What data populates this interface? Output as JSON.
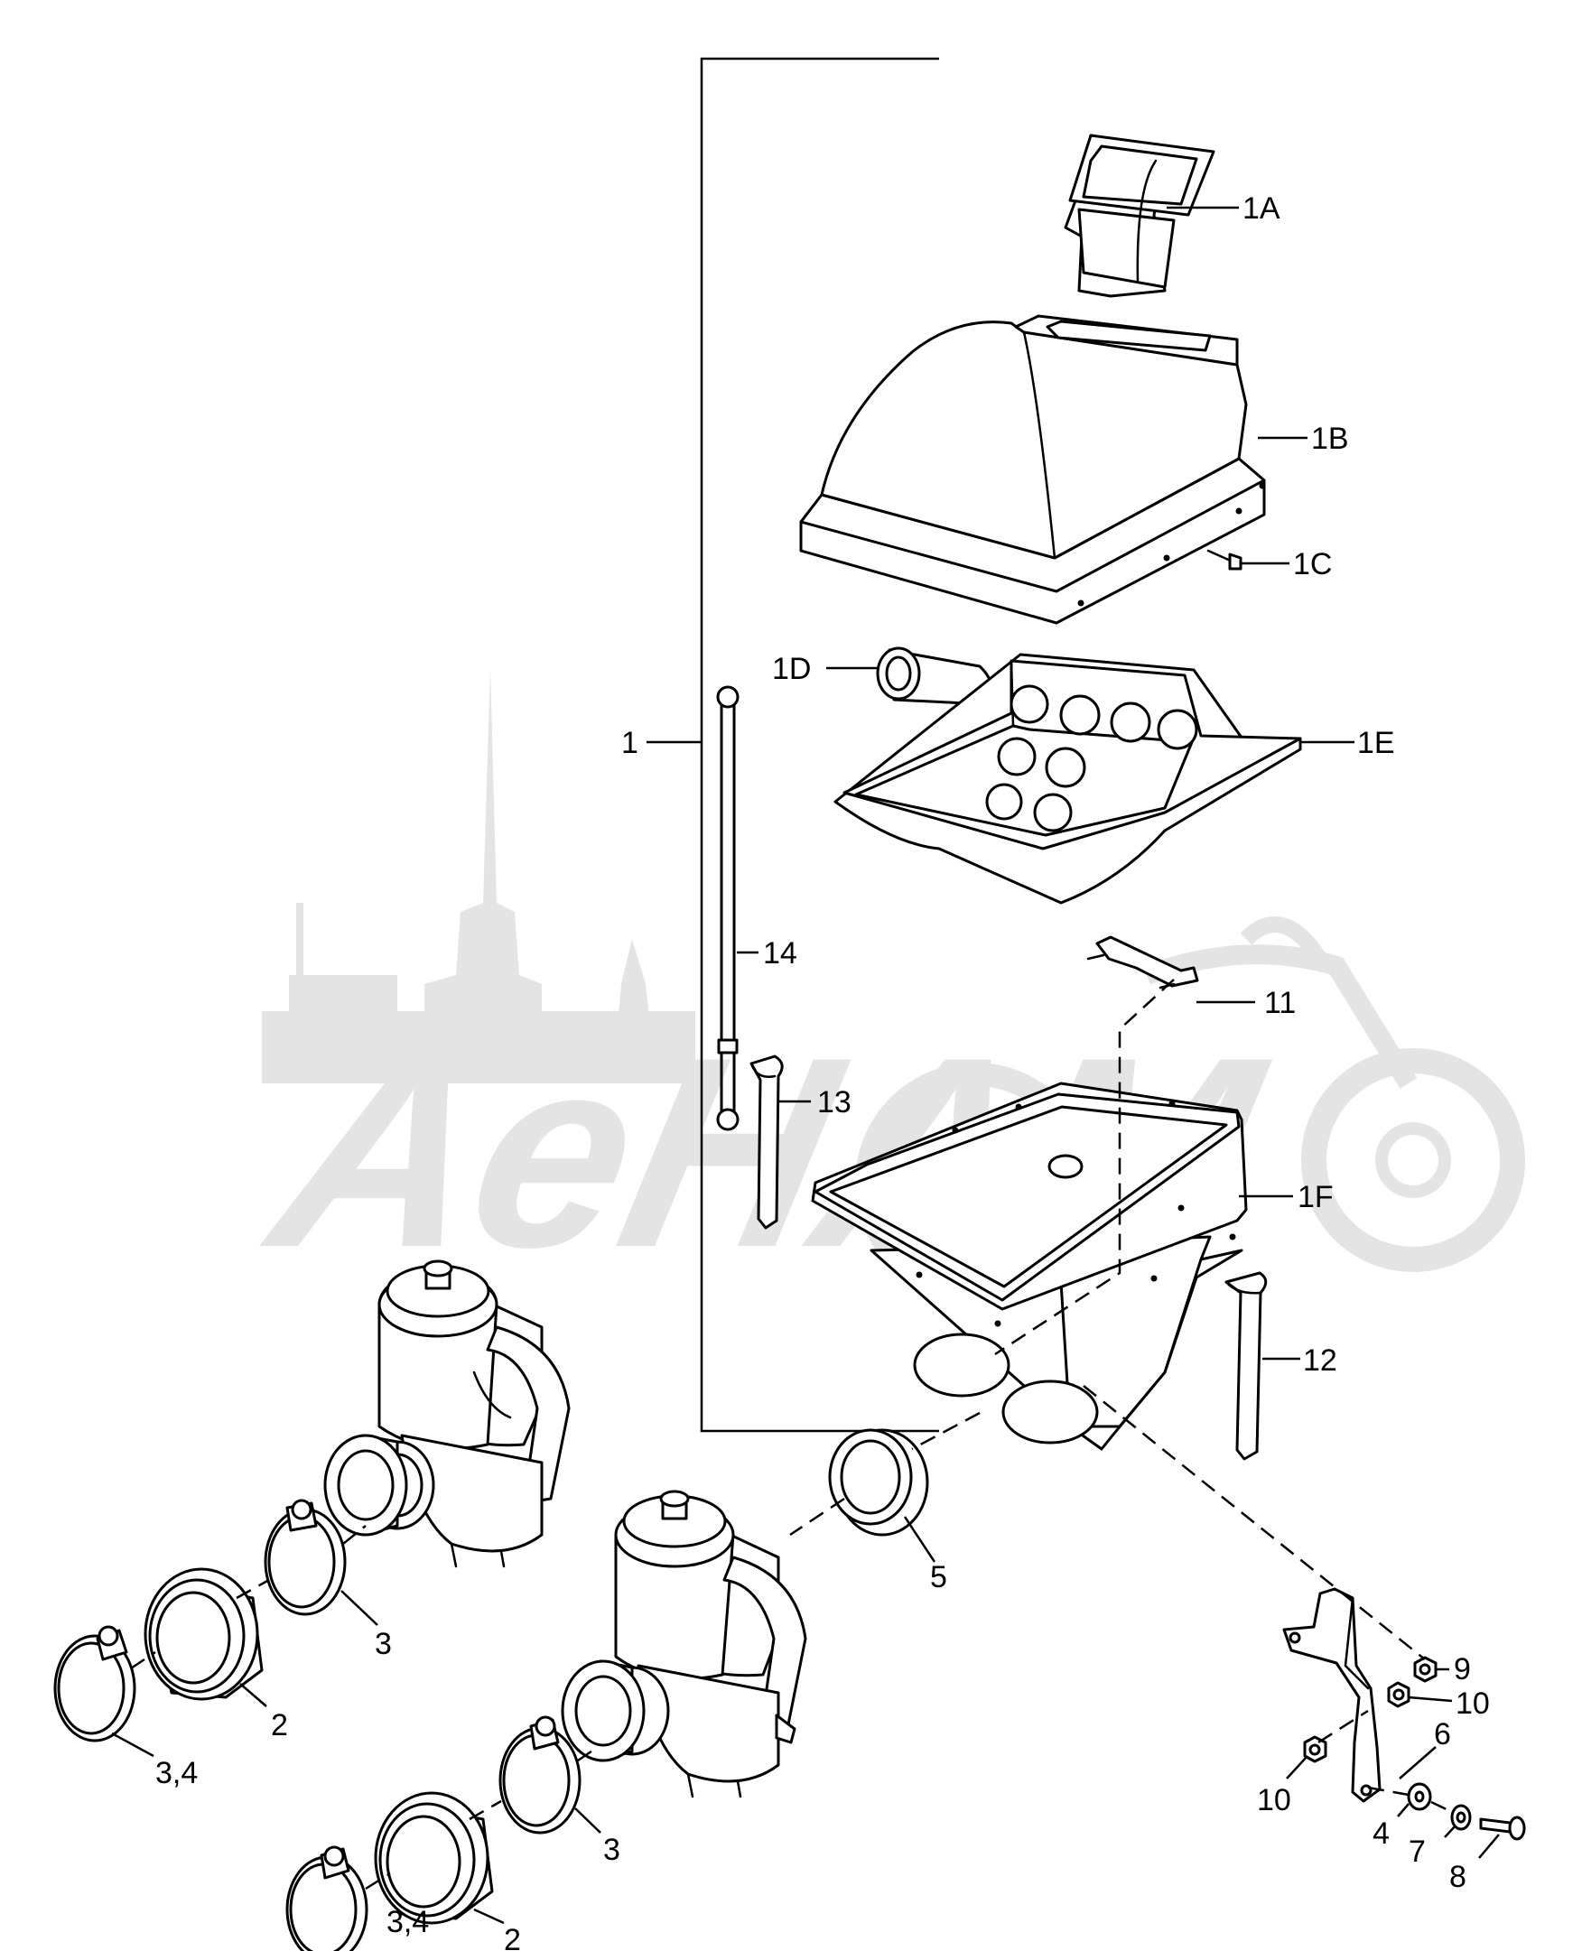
{
  "watermark": {
    "text": "AeHAM"
  },
  "callouts": {
    "c1": "1",
    "c1A": "1A",
    "c1B": "1B",
    "c1C": "1C",
    "c1D": "1D",
    "c1E": "1E",
    "c1F": "1F",
    "c2a": "2",
    "c2b": "2",
    "c3a": "3",
    "c3b": "3",
    "c34a": "3,4",
    "c34b": "3,4",
    "c4": "4",
    "c5": "5",
    "c6": "6",
    "c7": "7",
    "c8": "8",
    "c9": "9",
    "c10a": "10",
    "c10b": "10",
    "c11": "11",
    "c12": "12",
    "c13": "13",
    "c14": "14"
  }
}
